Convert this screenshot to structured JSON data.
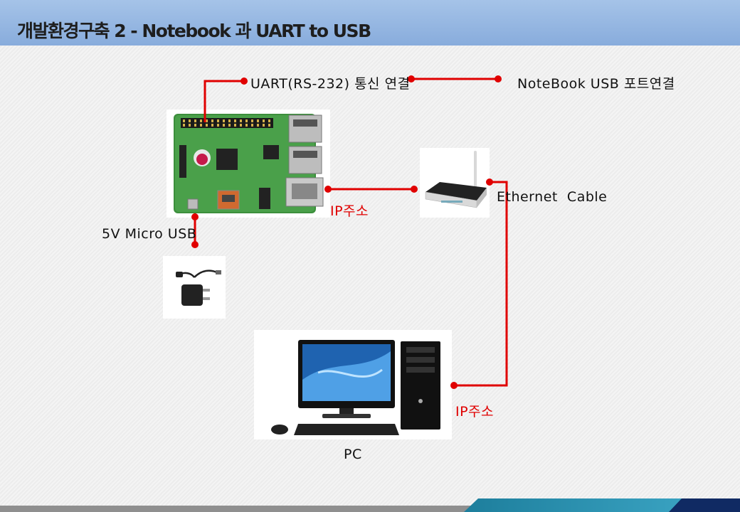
{
  "slide": {
    "title": "개발환경구축 2 - Notebook 과 UART to USB"
  },
  "labels": {
    "uart": "UART(RS-232) 통신 연결",
    "notebook_usb": "NoteBook USB 포트연결",
    "ip_router": "IP주소",
    "ethernet": "Ethernet  Cable",
    "power": "5V Micro USB",
    "ip_pc": "IP주소",
    "pc": "PC"
  },
  "colors": {
    "wire": "#e00000",
    "title_bar": "#8fb1de",
    "label_red": "#e00000"
  },
  "images": {
    "raspberry_pi": "raspberry-pi-board",
    "router": "wifi-router",
    "charger": "usb-charger",
    "computer": "desktop-pc"
  }
}
